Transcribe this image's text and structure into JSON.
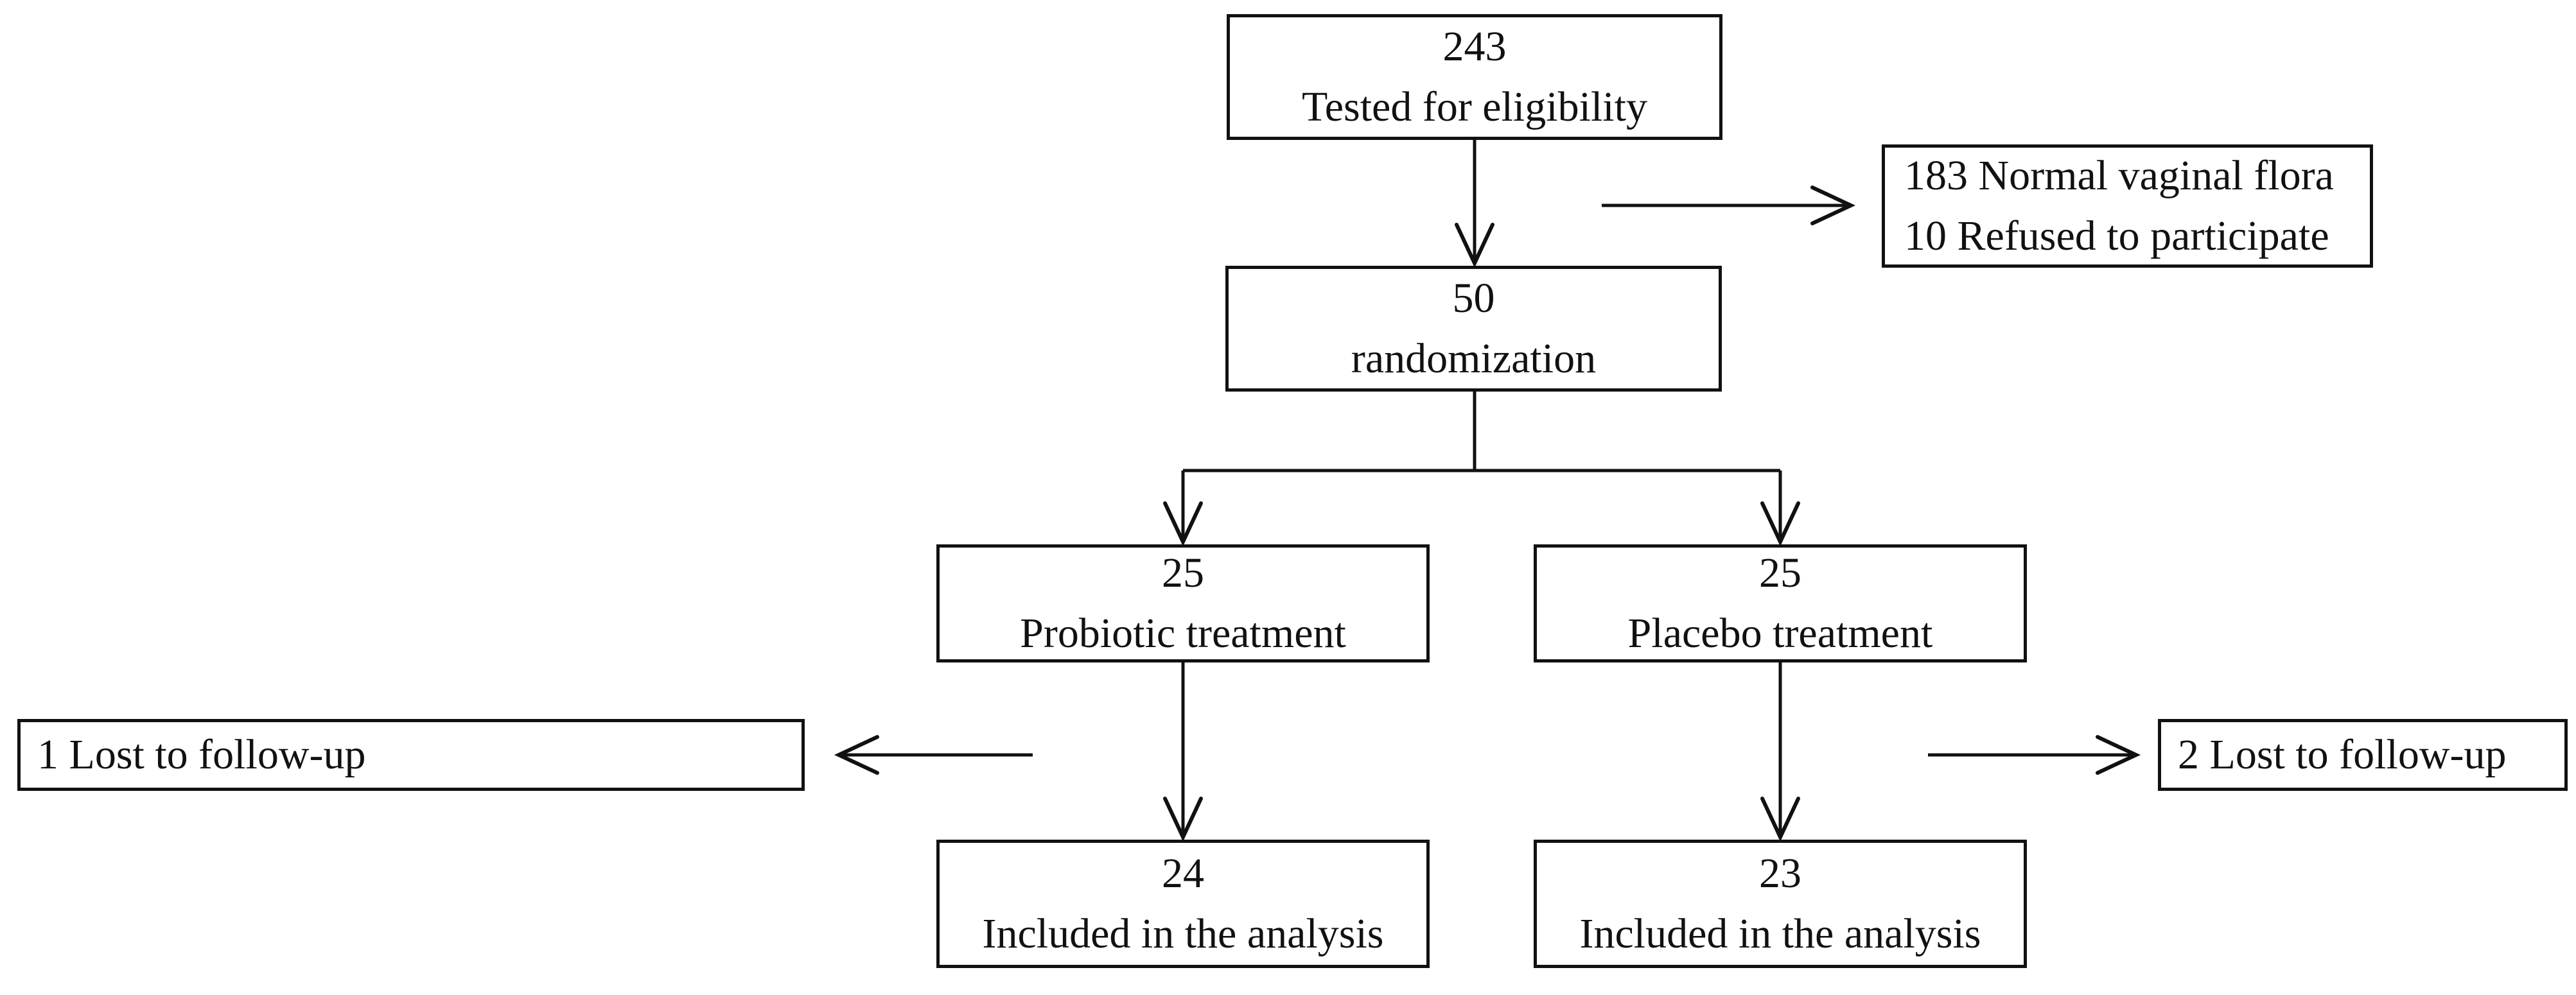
{
  "colors": {
    "background": "#ffffff",
    "ink": "#111111"
  },
  "boxes": {
    "eligibility": {
      "count": "243",
      "label": "Tested for eligibility"
    },
    "excluded": {
      "line1": "183 Normal vaginal flora",
      "line2": "10 Refused to participate"
    },
    "randomization": {
      "count": "50",
      "label": "randomization"
    },
    "probiotic": {
      "count": "25",
      "label": "Probiotic treatment"
    },
    "placebo": {
      "count": "25",
      "label": "Placebo treatment"
    },
    "lost_left": {
      "label": "1 Lost to follow-up"
    },
    "lost_right": {
      "label": "2 Lost to follow-up"
    },
    "analysis_left": {
      "count": "24",
      "label": "Included in the analysis"
    },
    "analysis_right": {
      "count": "23",
      "label": "Included in the analysis"
    }
  }
}
